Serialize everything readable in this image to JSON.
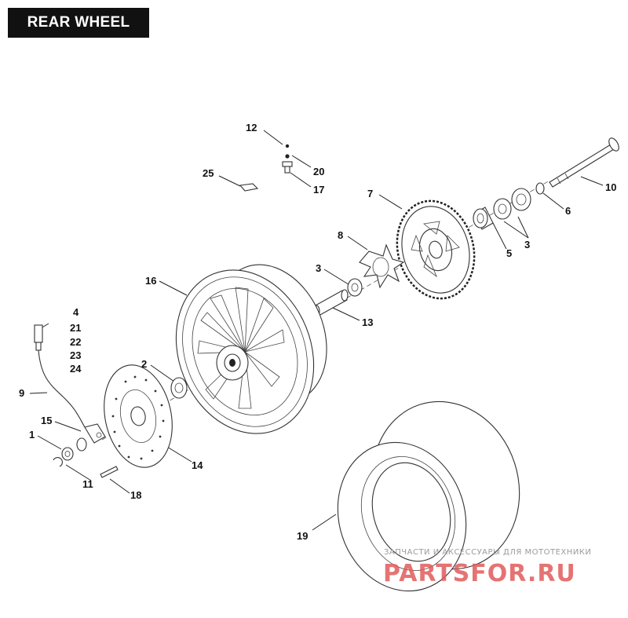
{
  "title": "REAR WHEEL",
  "callouts": [
    {
      "id": "c12",
      "label": "12"
    },
    {
      "id": "c20",
      "label": "20"
    },
    {
      "id": "c17",
      "label": "17"
    },
    {
      "id": "c25",
      "label": "25"
    },
    {
      "id": "c10",
      "label": "10"
    },
    {
      "id": "c7",
      "label": "7"
    },
    {
      "id": "c6",
      "label": "6"
    },
    {
      "id": "c8",
      "label": "8"
    },
    {
      "id": "c5",
      "label": "5"
    },
    {
      "id": "c3a",
      "label": "3"
    },
    {
      "id": "c3b",
      "label": "3"
    },
    {
      "id": "c16",
      "label": "16"
    },
    {
      "id": "c13",
      "label": "13"
    },
    {
      "id": "c4",
      "label": "4"
    },
    {
      "id": "c21",
      "label": "21"
    },
    {
      "id": "c22",
      "label": "22"
    },
    {
      "id": "c23",
      "label": "23"
    },
    {
      "id": "c24",
      "label": "24"
    },
    {
      "id": "c2",
      "label": "2"
    },
    {
      "id": "c9",
      "label": "9"
    },
    {
      "id": "c15",
      "label": "15"
    },
    {
      "id": "c1",
      "label": "1"
    },
    {
      "id": "c14",
      "label": "14"
    },
    {
      "id": "c11",
      "label": "11"
    },
    {
      "id": "c18",
      "label": "18"
    },
    {
      "id": "c19",
      "label": "19"
    }
  ],
  "watermark": {
    "tagline": "ЗАПЧАСТИ И АКСЕССУАРЫ ДЛЯ МОТОТЕХНИКИ",
    "brand": "PARTSFOR.RU",
    "brand_color": "#e05a5a"
  }
}
